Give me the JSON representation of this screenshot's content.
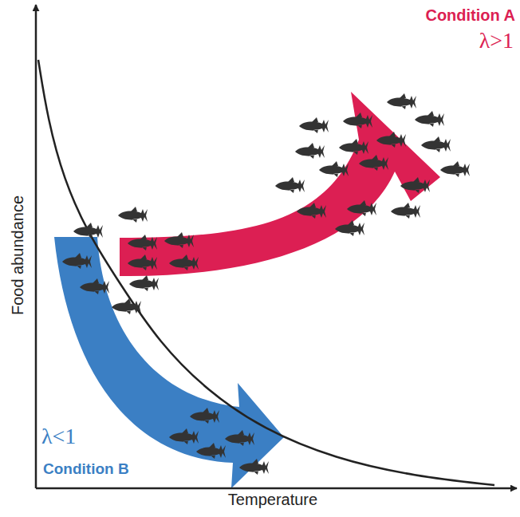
{
  "diagram": {
    "labels": [
      "Condition A",
      "λ>1",
      "λ<1",
      "Condition B",
      "Food abundance",
      "Temperature"
    ]
  }
}
